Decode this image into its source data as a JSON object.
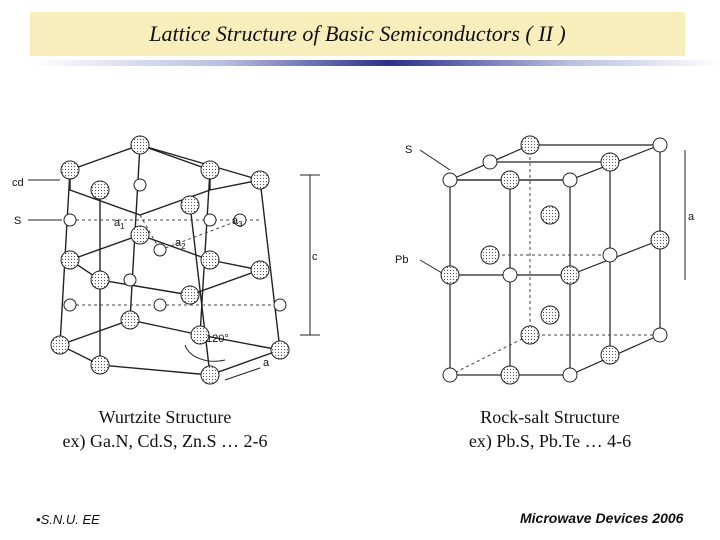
{
  "title": "Lattice Structure of Basic Semiconductors ( II )",
  "wurtzite": {
    "caption_line1": "Wurtzite Structure",
    "caption_line2": "ex) Ga.N, Cd.S, Zn.S … 2-6",
    "labels": {
      "cd": "cd",
      "s": "S",
      "c": "c",
      "a": "a",
      "a1": "a",
      "a1_sub": "1",
      "a2": "a",
      "a2_sub": "2",
      "a3": "a",
      "a3_sub": "3",
      "angle": "120°"
    }
  },
  "rocksalt": {
    "caption_line1": "Rock-salt Structure",
    "caption_line2": "ex) Pb.S, Pb.Te … 4-6",
    "labels": {
      "s": "S",
      "pb": "Pb",
      "a": "a"
    }
  },
  "footer": {
    "left": "S.N.U. EE",
    "right": "Microwave Devices 2006"
  },
  "colors": {
    "title_bg": "#f7eebc",
    "bar_accent": "#2b2f8a"
  }
}
